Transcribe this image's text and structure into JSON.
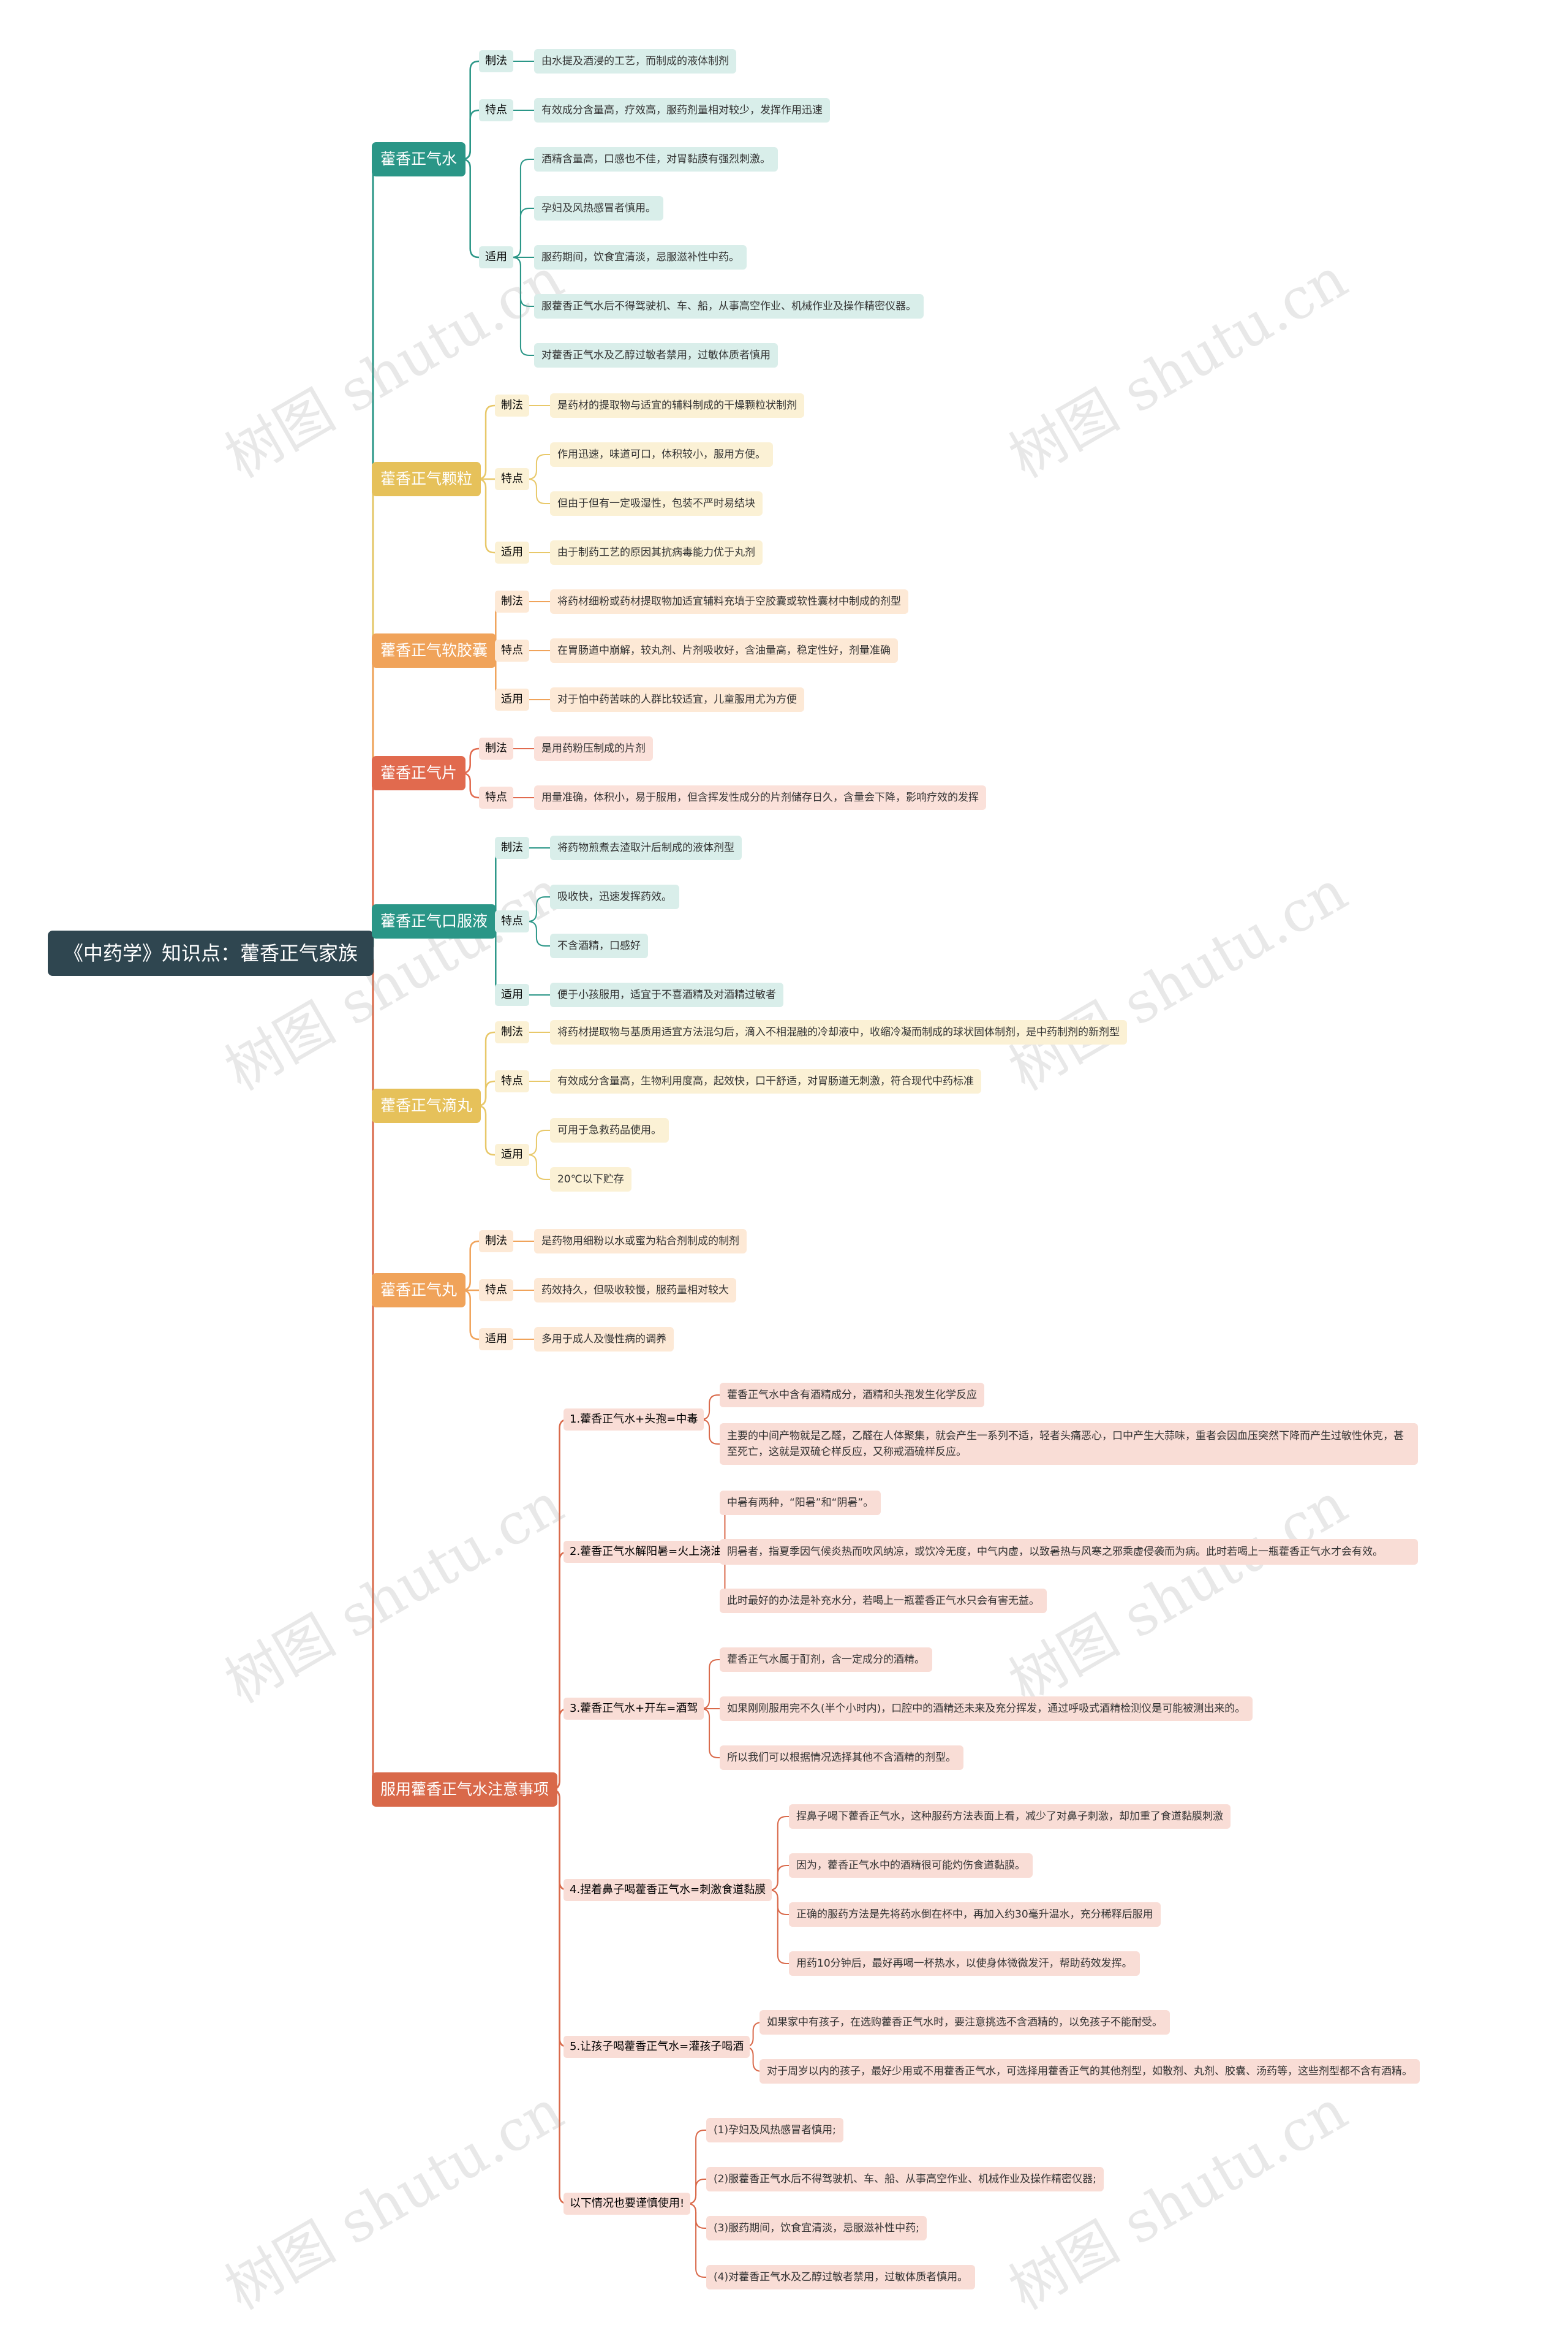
{
  "root": "《中药学》知识点：藿香正气家族",
  "watermark": "树图 shutu.cn",
  "colors": {
    "teal": "#2a9687",
    "teal_leaf": "#d9eeea",
    "teal_line": "#2a9687",
    "yellow": "#e6c15a",
    "yellow_leaf": "#fbf1d5",
    "yellow_line": "#e8c869",
    "orange": "#f0a35a",
    "orange_leaf": "#fde9d6",
    "orange_line": "#f0a35a",
    "red": "#e16a4e",
    "red_leaf": "#fbe1da",
    "red_line": "#e16a4e",
    "redbrown": "#d9694a",
    "redbrown_leaf": "#f9ddd6",
    "redbrown_line": "#d9694a"
  },
  "branches": [
    {
      "label": "藿香正气水",
      "theme": "teal",
      "cats": [
        {
          "label": "制法",
          "leaves": [
            "由水提及酒浸的工艺，而制成的液体制剂"
          ]
        },
        {
          "label": "特点",
          "leaves": [
            "有效成分含量高，疗效高，服药剂量相对较少，发挥作用迅速"
          ]
        },
        {
          "label": "适用",
          "leaves": [
            "酒精含量高，口感也不佳，对胃黏膜有强烈刺激。",
            "孕妇及风热感冒者慎用。",
            "服药期间，饮食宜清淡，忌服滋补性中药。",
            "服藿香正气水后不得驾驶机、车、船，从事高空作业、机械作业及操作精密仪器。",
            "对藿香正气水及乙醇过敏者禁用，过敏体质者慎用"
          ]
        }
      ]
    },
    {
      "label": "藿香正气颗粒",
      "theme": "yellow",
      "cats": [
        {
          "label": "制法",
          "leaves": [
            "是药材的提取物与适宜的辅料制成的干燥颗粒状制剂"
          ]
        },
        {
          "label": "特点",
          "leaves": [
            "作用迅速，味道可口，体积较小，服用方便。",
            "但由于但有一定吸湿性，包装不严时易结块"
          ]
        },
        {
          "label": "适用",
          "leaves": [
            "由于制药工艺的原因其抗病毒能力优于丸剂"
          ]
        }
      ]
    },
    {
      "label": "藿香正气软胶囊",
      "theme": "orange",
      "cats": [
        {
          "label": "制法",
          "leaves": [
            "将药材细粉或药材提取物加适宜辅料充填于空胶囊或软性囊材中制成的剂型"
          ]
        },
        {
          "label": "特点",
          "leaves": [
            "在胃肠道中崩解，较丸剂、片剂吸收好，含油量高，稳定性好，剂量准确"
          ]
        },
        {
          "label": "适用",
          "leaves": [
            "对于怕中药苦味的人群比较适宜，儿童服用尤为方便"
          ]
        }
      ]
    },
    {
      "label": "藿香正气片",
      "theme": "red",
      "cats": [
        {
          "label": "制法",
          "leaves": [
            "是用药粉压制成的片剂"
          ]
        },
        {
          "label": "特点",
          "leaves": [
            "用量准确，体积小，易于服用，但含挥发性成分的片剂储存日久，含量会下降，影响疗效的发挥"
          ]
        }
      ]
    },
    {
      "label": "藿香正气口服液",
      "theme": "teal",
      "cats": [
        {
          "label": "制法",
          "leaves": [
            "将药物煎煮去渣取汁后制成的液体剂型"
          ]
        },
        {
          "label": "特点",
          "leaves": [
            "吸收快，迅速发挥药效。",
            "不含酒精，口感好"
          ]
        },
        {
          "label": "适用",
          "leaves": [
            "便于小孩服用，适宜于不喜酒精及对酒精过敏者"
          ]
        }
      ]
    },
    {
      "label": "藿香正气滴丸",
      "theme": "yellow",
      "cats": [
        {
          "label": "制法",
          "leaves": [
            "将药材提取物与基质用适宜方法混匀后，滴入不相混融的冷却液中，收缩冷凝而制成的球状固体制剂，是中药制剂的新剂型"
          ]
        },
        {
          "label": "特点",
          "leaves": [
            "有效成分含量高，生物利用度高，起效快，口干舒适，对胃肠道无刺激，符合现代中药标准"
          ]
        },
        {
          "label": "适用",
          "leaves": [
            "可用于急救药品使用。",
            "20℃以下贮存"
          ]
        }
      ]
    },
    {
      "label": "藿香正气丸",
      "theme": "orange",
      "cats": [
        {
          "label": "制法",
          "leaves": [
            "是药物用细粉以水或蜜为粘合剂制成的制剂"
          ]
        },
        {
          "label": "特点",
          "leaves": [
            "药效持久，但吸收较慢，服药量相对较大"
          ]
        },
        {
          "label": "适用",
          "leaves": [
            "多用于成人及慢性病的调养"
          ]
        }
      ]
    },
    {
      "label": "服用藿香正气水注意事项",
      "theme": "redbrown",
      "cats": [
        {
          "label": "1.藿香正气水+头孢=中毒",
          "leaves": [
            "藿香正气水中含有酒精成分，酒精和头孢发生化学反应",
            "主要的中间产物就是乙醛，乙醛在人体聚集，就会产生一系列不适，轻者头痛恶心，口中产生大蒜味，重者会因血压突然下降而产生过敏性休克，甚至死亡，这就是双硫仑样反应，又称戒酒硫样反应。"
          ]
        },
        {
          "label": "2.藿香正气水解阳暑=火上浇油",
          "leaves": [
            "中暑有两种，“阳暑”和“阴暑”。",
            "阴暑者，指夏季因气候炎热而吹风纳凉，或饮冷无度，中气内虚，以致暑热与风寒之邪乘虚侵袭而为病。此时若喝上一瓶藿香正气水才会有效。",
            "此时最好的办法是补充水分，若喝上一瓶藿香正气水只会有害无益。"
          ]
        },
        {
          "label": "3.藿香正气水+开车=酒驾",
          "leaves": [
            "藿香正气水属于酊剂，含一定成分的酒精。",
            "如果刚刚服用完不久(半个小时内)，口腔中的酒精还未来及充分挥发，通过呼吸式酒精检测仪是可能被测出来的。",
            "所以我们可以根据情况选择其他不含酒精的剂型。"
          ]
        },
        {
          "label": "4.捏着鼻子喝藿香正气水=刺激食道黏膜",
          "leaves": [
            "捏鼻子喝下藿香正气水，这种服药方法表面上看，减少了对鼻子刺激，却加重了食道黏膜刺激",
            "因为，藿香正气水中的酒精很可能灼伤食道黏膜。",
            "正确的服药方法是先将药水倒在杯中，再加入约30毫升温水，充分稀释后服用",
            "用药10分钟后，最好再喝一杯热水，以使身体微微发汗，帮助药效发挥。"
          ]
        },
        {
          "label": "5.让孩子喝藿香正气水=灌孩子喝酒",
          "leaves": [
            "如果家中有孩子，在选购藿香正气水时，要注意挑选不含酒精的，以免孩子不能耐受。",
            "对于周岁以内的孩子，最好少用或不用藿香正气水，可选择用藿香正气的其他剂型，如散剂、丸剂、胶囊、汤药等，这些剂型都不含有酒精。"
          ]
        },
        {
          "label": "以下情况也要谨慎使用!",
          "leaves": [
            "(1)孕妇及风热感冒者慎用;",
            "(2)服藿香正气水后不得驾驶机、车、船、从事高空作业、机械作业及操作精密仪器;",
            "(3)服药期间，饮食宜清淡，忌服滋补性中药;",
            "(4)对藿香正气水及乙醇过敏者禁用，过敏体质者慎用。"
          ]
        }
      ]
    }
  ]
}
